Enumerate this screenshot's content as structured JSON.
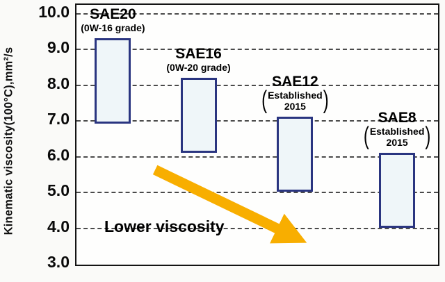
{
  "chart_data": {
    "type": "bar",
    "subtype": "floating-range-bars",
    "title": "",
    "ylabel": "Kinematic viscosity(100°C),mm²/s",
    "xlabel": "",
    "ylim": [
      3.0,
      10.0
    ],
    "yticks": [
      10.0,
      9.0,
      8.0,
      7.0,
      6.0,
      5.0,
      4.0,
      3.0
    ],
    "grid": "dashed-horizontal",
    "legend": "none",
    "categories": [
      "SAE20",
      "SAE16",
      "SAE12",
      "SAE8"
    ],
    "sublabels": [
      {
        "text": "(0W-16 grade)",
        "style": "inline",
        "lines": [
          "(0W-16 grade)"
        ]
      },
      {
        "text": "(0W-20 grade)",
        "style": "inline",
        "lines": [
          "(0W-20 grade)"
        ]
      },
      {
        "text": "(Established 2015)",
        "style": "big-paren",
        "lines": [
          "Established",
          "2015"
        ]
      },
      {
        "text": "(Established 2015)",
        "style": "big-paren",
        "lines": [
          "Established",
          "2015"
        ]
      }
    ],
    "ranges": [
      {
        "category": "SAE20",
        "low": 6.9,
        "high": 9.3
      },
      {
        "category": "SAE16",
        "low": 6.1,
        "high": 8.2
      },
      {
        "category": "SAE12",
        "low": 5.0,
        "high": 7.1
      },
      {
        "category": "SAE8",
        "low": 4.0,
        "high": 6.1
      }
    ],
    "annotation": {
      "text": "Lower viscosity",
      "arrow_direction": "down-right",
      "arrow_color": "#F8AE00"
    },
    "colors": {
      "bar_border": "#2A3580",
      "bar_fill": "#EFF6F9",
      "grid": "#4a4a4a",
      "axis_border": "#141414",
      "text": "#000000"
    }
  }
}
